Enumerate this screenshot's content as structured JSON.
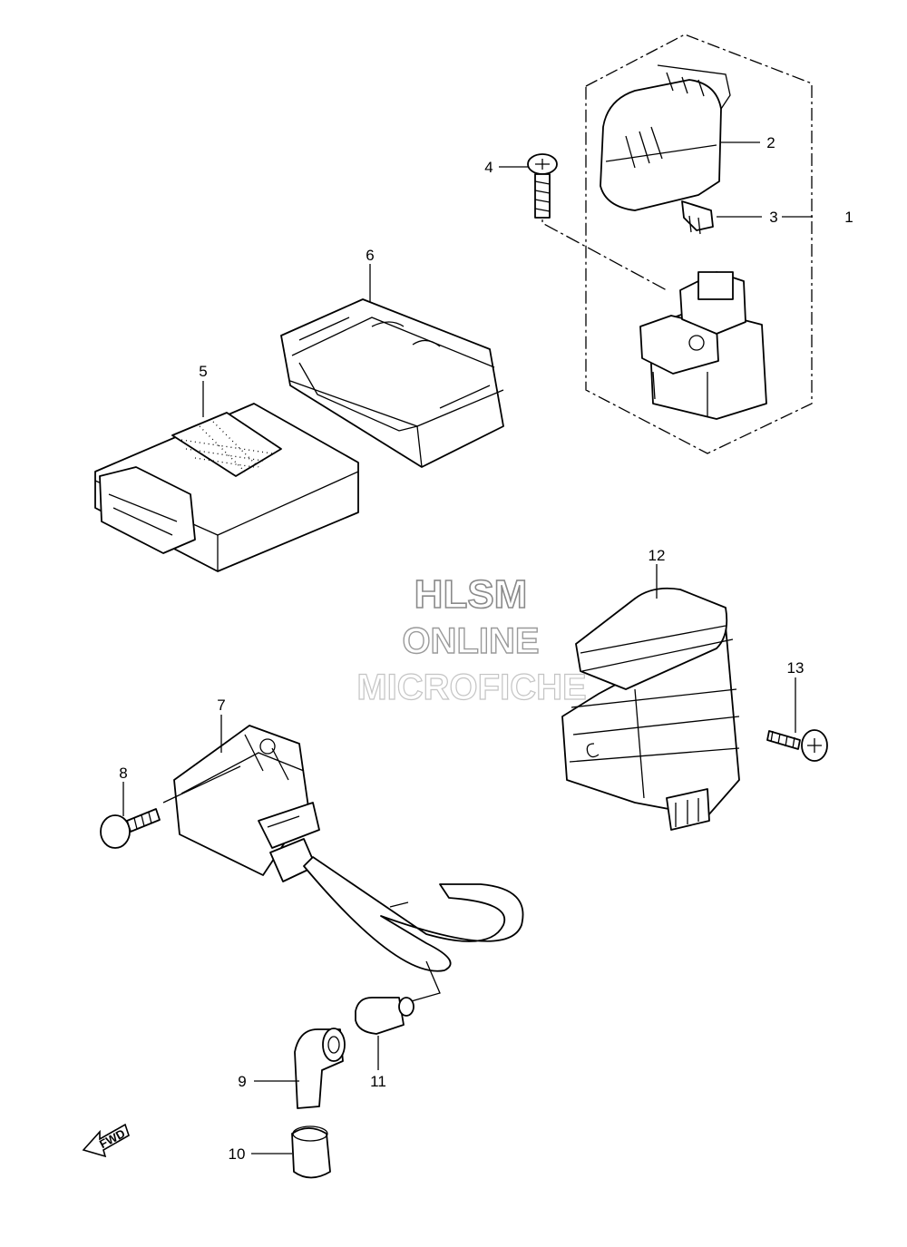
{
  "watermark": {
    "line1": "HLSM",
    "line2": "ONLINE",
    "line3": "MICROFICHE"
  },
  "fwd_label": "FWD",
  "callouts": {
    "c1": "1",
    "c2": "2",
    "c3": "3",
    "c4": "4",
    "c5": "5",
    "c6": "6",
    "c7": "7",
    "c8": "8",
    "c9": "9",
    "c10": "10",
    "c11": "11",
    "c12": "12",
    "c13": "13"
  },
  "icons": {
    "fwd_arrow": "fwd-arrow-icon"
  }
}
